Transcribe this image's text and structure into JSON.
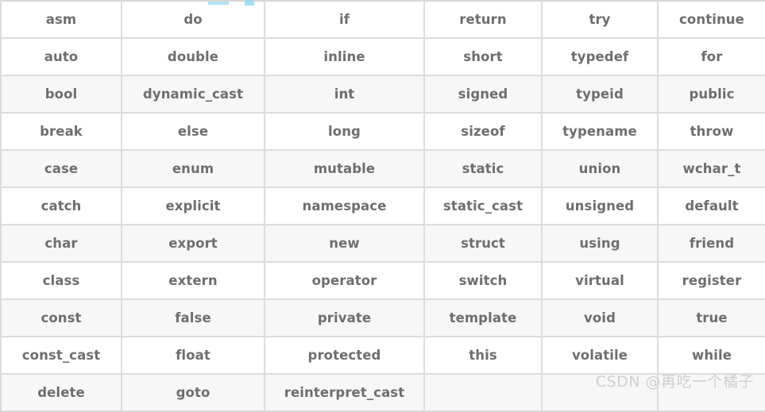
{
  "document": {
    "type": "table",
    "title": "C++ keywords reference table",
    "columns": 6,
    "rows": 11,
    "accent_colors": {
      "text": "#6e6e6e",
      "border": "#dcdcdc",
      "alt_row_background": "#f7f7f7",
      "row_background": "#ffffff",
      "watermark": "#cfcfcf",
      "artifact": "#93dbf0"
    }
  },
  "table": {
    "rows": [
      [
        "asm",
        "do",
        "if",
        "return",
        "try",
        "continue"
      ],
      [
        "auto",
        "double",
        "inline",
        "short",
        "typedef",
        "for"
      ],
      [
        "bool",
        "dynamic_cast",
        "int",
        "signed",
        "typeid",
        "public"
      ],
      [
        "break",
        "else",
        "long",
        "sizeof",
        "typename",
        "throw"
      ],
      [
        "case",
        "enum",
        "mutable",
        "static",
        "union",
        "wchar_t"
      ],
      [
        "catch",
        "explicit",
        "namespace",
        "static_cast",
        "unsigned",
        "default"
      ],
      [
        "char",
        "export",
        "new",
        "struct",
        "using",
        "friend"
      ],
      [
        "class",
        "extern",
        "operator",
        "switch",
        "virtual",
        "register"
      ],
      [
        "const",
        "false",
        "private",
        "template",
        "void",
        "true"
      ],
      [
        "const_cast",
        "float",
        "protected",
        "this",
        "volatile",
        "while"
      ],
      [
        "delete",
        "goto",
        "reinterpret_cast",
        "",
        "",
        ""
      ]
    ]
  },
  "watermark": {
    "text": "CSDN @再吃一个橘子"
  }
}
